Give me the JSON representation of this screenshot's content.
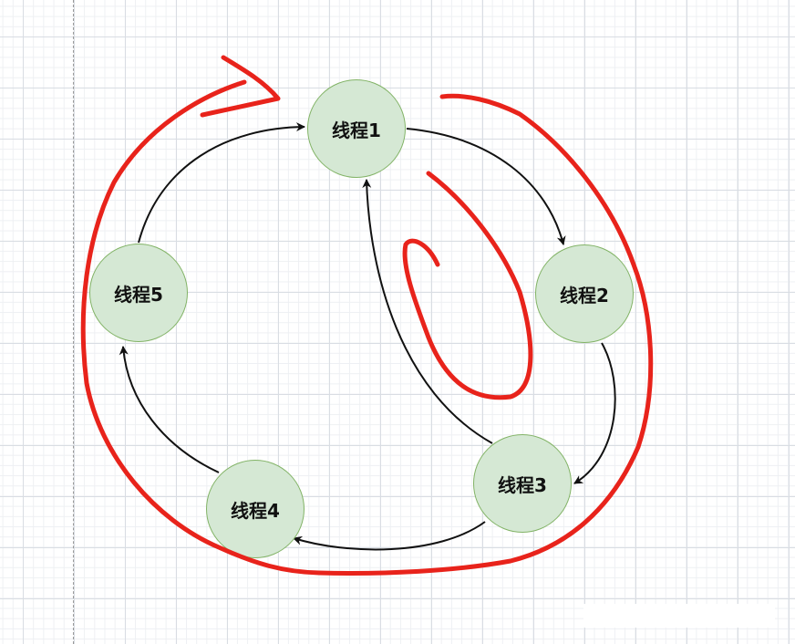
{
  "nodes": [
    {
      "id": "1",
      "label": "线程1"
    },
    {
      "id": "2",
      "label": "线程2"
    },
    {
      "id": "3",
      "label": "线程3"
    },
    {
      "id": "4",
      "label": "线程4"
    },
    {
      "id": "5",
      "label": "线程5"
    }
  ],
  "edges": [
    {
      "from": "1",
      "to": "2"
    },
    {
      "from": "2",
      "to": "3"
    },
    {
      "from": "3",
      "to": "4"
    },
    {
      "from": "4",
      "to": "5"
    },
    {
      "from": "5",
      "to": "1"
    },
    {
      "from": "3",
      "to": "1"
    }
  ],
  "colors": {
    "node_fill": "#d5e8d4",
    "node_border": "#82b366",
    "annotation": "#e8231b",
    "edge": "#111111"
  }
}
